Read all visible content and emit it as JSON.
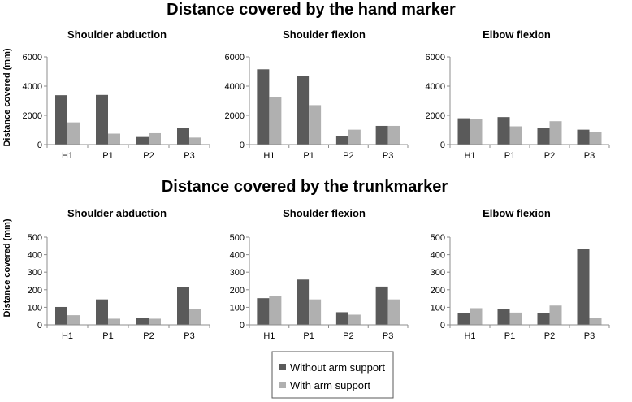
{
  "colors": {
    "without": "#5a5a5a",
    "with": "#b0b0b0",
    "axis": "#8c8c8c",
    "legend_border": "#595959"
  },
  "legend": {
    "without_label": "Without arm support",
    "with_label": "With arm support"
  },
  "chart_data": [
    {
      "section_title": "Distance covered by the hand marker",
      "ylabel": "Distance covered (mm)",
      "panels": [
        {
          "type": "bar",
          "title": "Shoulder abduction",
          "categories": [
            "H1",
            "P1",
            "P2",
            "P3"
          ],
          "ylim": [
            0,
            6000
          ],
          "yticks": [
            0,
            2000,
            4000,
            6000
          ],
          "series": [
            {
              "name": "Without arm support",
              "values": [
                3380,
                3400,
                520,
                1150
              ]
            },
            {
              "name": "With arm support",
              "values": [
                1520,
                750,
                780,
                480
              ]
            }
          ]
        },
        {
          "type": "bar",
          "title": "Shoulder flexion",
          "categories": [
            "H1",
            "P1",
            "P2",
            "P3"
          ],
          "ylim": [
            0,
            6000
          ],
          "yticks": [
            0,
            2000,
            4000,
            6000
          ],
          "series": [
            {
              "name": "Without arm support",
              "values": [
                5150,
                4700,
                580,
                1280
              ]
            },
            {
              "name": "With arm support",
              "values": [
                3250,
                2700,
                1020,
                1280
              ]
            }
          ]
        },
        {
          "type": "bar",
          "title": "Elbow flexion",
          "categories": [
            "H1",
            "P1",
            "P2",
            "P3"
          ],
          "ylim": [
            0,
            6000
          ],
          "yticks": [
            0,
            2000,
            4000,
            6000
          ],
          "series": [
            {
              "name": "Without arm support",
              "values": [
                1800,
                1880,
                1150,
                1020
              ]
            },
            {
              "name": "With arm support",
              "values": [
                1750,
                1250,
                1600,
                850
              ]
            }
          ]
        }
      ]
    },
    {
      "section_title": "Distance covered by the trunkmarker",
      "ylabel": "Distance covered (mm)",
      "panels": [
        {
          "type": "bar",
          "title": "Shoulder abduction",
          "categories": [
            "H1",
            "P1",
            "P2",
            "P3"
          ],
          "ylim": [
            0,
            500
          ],
          "yticks": [
            0,
            100,
            200,
            300,
            400,
            500
          ],
          "series": [
            {
              "name": "Without arm support",
              "values": [
                102,
                145,
                40,
                215
              ]
            },
            {
              "name": "With arm support",
              "values": [
                55,
                35,
                35,
                90
              ]
            }
          ]
        },
        {
          "type": "bar",
          "title": "Shoulder flexion",
          "categories": [
            "H1",
            "P1",
            "P2",
            "P3"
          ],
          "ylim": [
            0,
            500
          ],
          "yticks": [
            0,
            100,
            200,
            300,
            400,
            500
          ],
          "series": [
            {
              "name": "Without arm support",
              "values": [
                152,
                258,
                72,
                218
              ]
            },
            {
              "name": "With arm support",
              "values": [
                165,
                145,
                58,
                145
              ]
            }
          ]
        },
        {
          "type": "bar",
          "title": "Elbow flexion",
          "categories": [
            "H1",
            "P1",
            "P2",
            "P3"
          ],
          "ylim": [
            0,
            500
          ],
          "yticks": [
            0,
            100,
            200,
            300,
            400,
            500
          ],
          "series": [
            {
              "name": "Without arm support",
              "values": [
                68,
                88,
                65,
                432
              ]
            },
            {
              "name": "With arm support",
              "values": [
                95,
                70,
                110,
                38
              ]
            }
          ]
        }
      ]
    }
  ]
}
